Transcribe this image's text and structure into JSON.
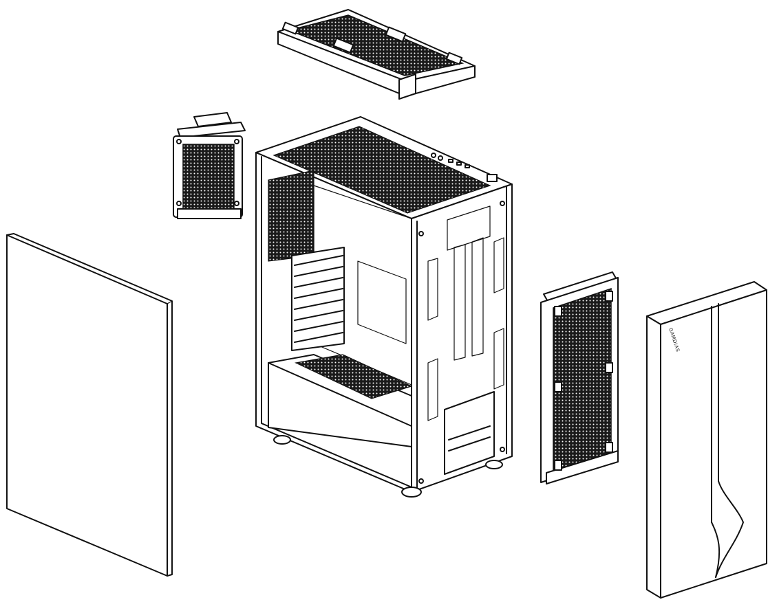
{
  "figure": {
    "type": "exploded-view",
    "parts": [
      "tempered-glass-side-panel",
      "radiator-120mm",
      "radiator-240mm-top",
      "pc-case-chassis",
      "radiator-240mm-front",
      "front-panel"
    ]
  },
  "front_panel": {
    "brand_text": "GAMDIAS"
  },
  "colors": {
    "line": "#111111",
    "mesh": "#1a1a1a",
    "background": "#ffffff"
  }
}
